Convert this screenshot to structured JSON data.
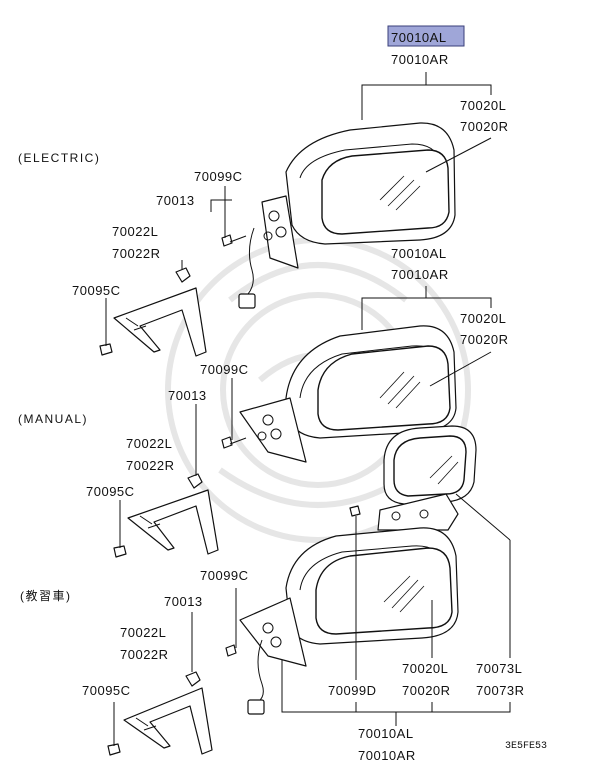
{
  "sections": {
    "electric": "(ELECTRIC)",
    "manual": "(MANUAL)",
    "instructor": "(教習車)"
  },
  "highlight": {
    "color": "#9fa6d8",
    "part": "70010AL"
  },
  "labels": {
    "top_assy_l": "70010AL",
    "top_assy_r": "70010AR",
    "e_glass_l": "70020L",
    "e_glass_r": "70020R",
    "e_screw_c": "70099C",
    "e_nut": "70013",
    "e_cover_l": "70022L",
    "e_cover_r": "70022R",
    "e_clip": "70095C",
    "m_assy_l": "70010AL",
    "m_assy_r": "70010AR",
    "m_glass_l": "70020L",
    "m_glass_r": "70020R",
    "m_screw_c": "70099C",
    "m_nut": "70013",
    "m_cover_l": "70022L",
    "m_cover_r": "70022R",
    "m_clip": "70095C",
    "i_screw_c": "70099C",
    "i_nut": "70013",
    "i_cover_l": "70022L",
    "i_cover_r": "70022R",
    "i_clip": "70095C",
    "i_screw_d": "70099D",
    "i_glass_l": "70020L",
    "i_glass_r": "70020R",
    "i_aux_l": "70073L",
    "i_aux_r": "70073R",
    "i_assy_l": "70010AL",
    "i_assy_r": "70010AR"
  },
  "diagram_code": "3E5FE53"
}
